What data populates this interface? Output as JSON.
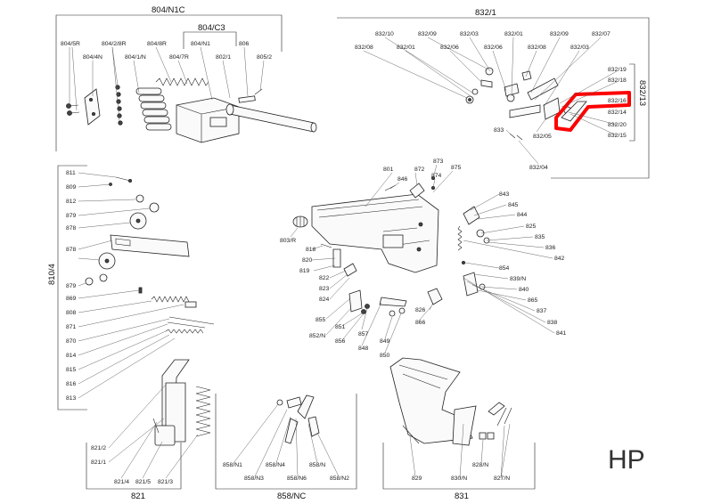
{
  "brand": "HP",
  "highlight_color": "#ff0000",
  "groups": {
    "g804n1c": "804/N1C",
    "g804c3": "804/C3",
    "g832_1": "832/1",
    "g832_13": "832/13",
    "g810_4": "810/4",
    "g821": "821",
    "g858nc": "858/NC",
    "g831": "831"
  },
  "labels": {
    "l804_5r": "804/5R",
    "l804_4n": "804/4N",
    "l804_2_8r": "804/2/8R",
    "l804_1_n": "804/1/N",
    "l804_8r": "804/8R",
    "l804_7r": "804/7R",
    "l804_n1": "804/N1",
    "l802_1": "802/1",
    "l806": "806",
    "l805_2": "805/2",
    "l832_08a": "832/08",
    "l832_10": "832/10",
    "l832_01a": "832/01",
    "l832_09a": "832/09",
    "l832_06a": "832/06",
    "l832_03a": "832/03",
    "l832_06b": "832/06",
    "l832_01b": "832/01",
    "l832_08b": "832/08",
    "l832_09b": "832/09",
    "l832_03b": "832/03",
    "l832_07": "832/07",
    "l832_19": "832/19",
    "l832_18": "832/18",
    "l832_16": "832/16",
    "l832_14": "832/14",
    "l832_20": "832/20",
    "l832_15": "832/15",
    "l833": "833",
    "l832_05": "832/05",
    "l832_04": "832/04",
    "l811": "811",
    "l809": "809",
    "l812": "812",
    "l879a": "879",
    "l878a": "878",
    "l878b": "878",
    "l879b": "879",
    "l869": "869",
    "l808": "808",
    "l871": "871",
    "l870": "870",
    "l814": "814",
    "l815": "815",
    "l816": "816",
    "l813": "813",
    "l801": "801",
    "l872": "872",
    "l873": "873",
    "l874": "874",
    "l875": "875",
    "l846": "846",
    "l803r": "803/R",
    "l818": "818",
    "l820": "820",
    "l819": "819",
    "l822": "822",
    "l823": "823",
    "l824": "824",
    "l855": "855",
    "l852n": "852/N",
    "l851": "851",
    "l856": "856",
    "l857": "857",
    "l848": "848",
    "l849": "849",
    "l850": "850",
    "l826": "826",
    "l866": "866",
    "l843": "843",
    "l845": "845",
    "l844": "844",
    "l825": "825",
    "l835": "835",
    "l836": "836",
    "l842": "842",
    "l854": "854",
    "l839n": "839/N",
    "l840": "840",
    "l865": "865",
    "l837": "837",
    "l838": "838",
    "l841": "841",
    "l821_2": "821/2",
    "l821_1": "821/1",
    "l821_4": "821/4",
    "l821_5": "821/5",
    "l821_3": "821/3",
    "l858n1": "858/N1",
    "l858n3": "858/N3",
    "l858n4": "858/N4",
    "l858n6": "858/N6",
    "l858n": "858/N",
    "l858n2": "858/N2",
    "l829": "829",
    "l830n": "830/N",
    "l828n": "828/N",
    "l827n": "827/N"
  }
}
